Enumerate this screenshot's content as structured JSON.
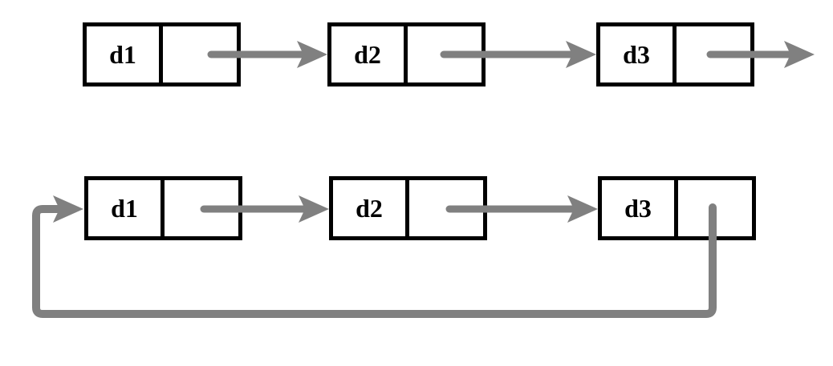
{
  "colors": {
    "arrow": "#808080",
    "box_border": "#000000",
    "label_text": "#000000",
    "background": "#ffffff"
  },
  "lists": {
    "plain": {
      "nodes": [
        {
          "label": "d1"
        },
        {
          "label": "d2"
        },
        {
          "label": "d3"
        }
      ]
    },
    "circular": {
      "nodes": [
        {
          "label": "d1"
        },
        {
          "label": "d2"
        },
        {
          "label": "d3"
        }
      ]
    }
  }
}
